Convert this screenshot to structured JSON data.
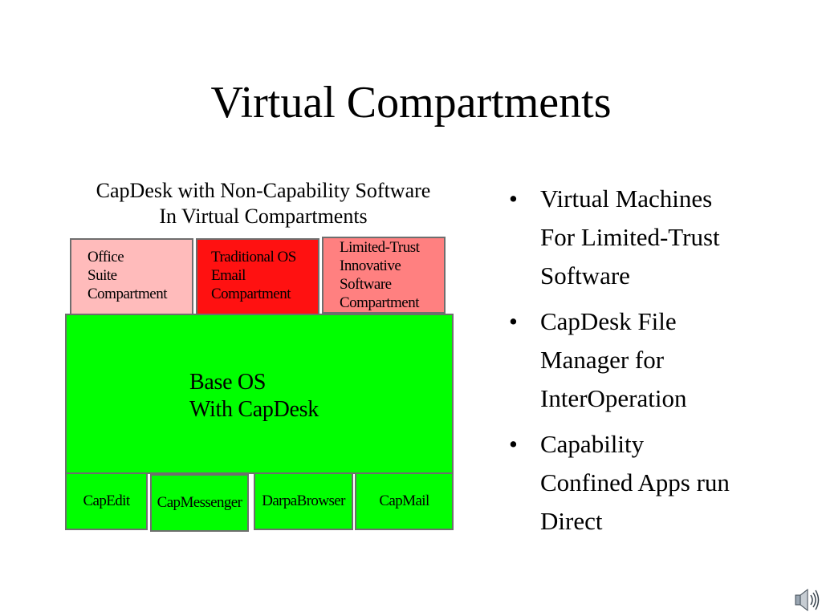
{
  "slide": {
    "title": "Virtual Compartments"
  },
  "diagram": {
    "title_lines": [
      "CapDesk with Non-Capability Software",
      "In Virtual Compartments"
    ],
    "compartments": [
      {
        "lines": [
          "Office",
          "Suite",
          "Compartment"
        ],
        "color": "#ffbbbb"
      },
      {
        "lines": [
          "Traditional OS",
          "Email",
          "Compartment"
        ],
        "color": "#ff1111"
      },
      {
        "lines": [
          "Limited-Trust",
          "Innovative",
          "Software",
          "Compartment"
        ],
        "color": "#ff8080"
      }
    ],
    "base": {
      "lines": [
        "Base OS",
        "With CapDesk"
      ],
      "color": "#00ff00"
    },
    "apps": [
      "CapEdit",
      "CapMessenger",
      "DarpaBrowser",
      "CapMail"
    ]
  },
  "bullets": [
    {
      "lines": [
        "Virtual Machines",
        "For Limited-Trust",
        "Software"
      ]
    },
    {
      "lines": [
        "CapDesk File",
        "Manager for",
        "InterOperation"
      ]
    },
    {
      "lines": [
        "Capability",
        "Confined Apps run",
        "Direct"
      ]
    }
  ],
  "icons": {
    "speaker": "speaker-icon"
  }
}
